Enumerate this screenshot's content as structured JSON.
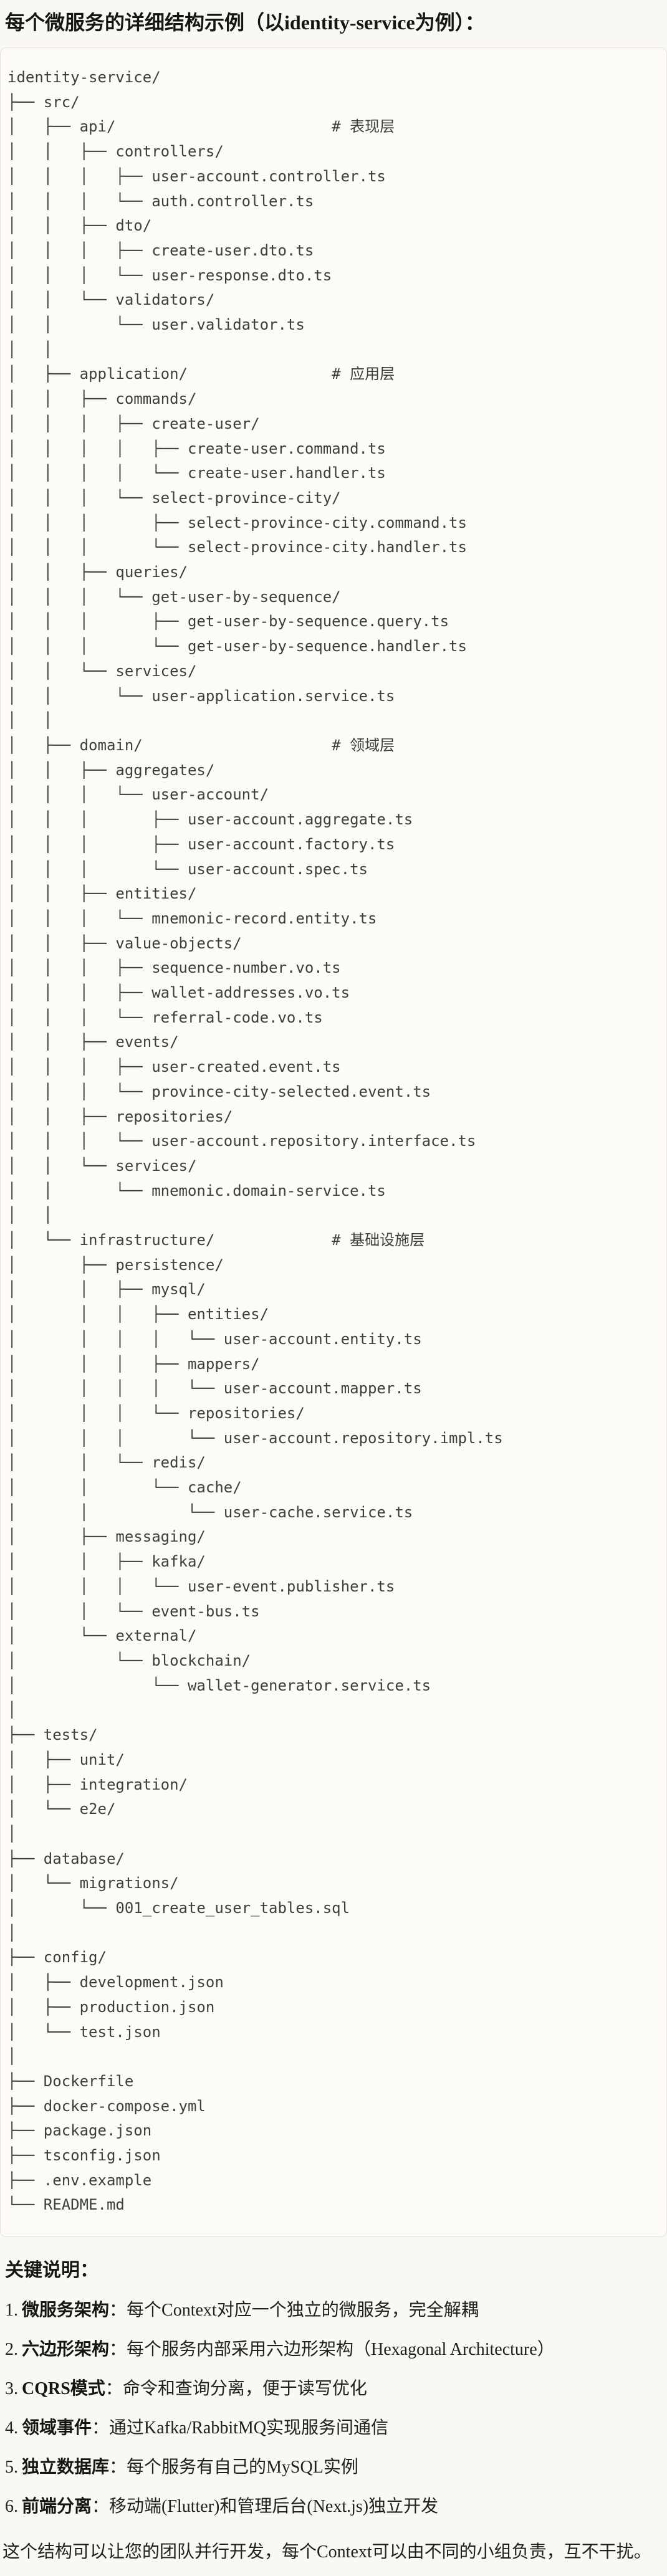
{
  "colors": {
    "page_bg": "#FAF8F2",
    "code_bg": "#FCFBF7",
    "code_border": "#E7E4DA",
    "code_text": "#3E3E3A",
    "text": "#21201B"
  },
  "title": "每个微服务的详细结构示例（以identity-service为例）：",
  "code_block": {
    "lines": [
      "identity-service/",
      "├── src/",
      "│   ├── api/                        # 表现层",
      "│   │   ├── controllers/",
      "│   │   │   ├── user-account.controller.ts",
      "│   │   │   └── auth.controller.ts",
      "│   │   ├── dto/",
      "│   │   │   ├── create-user.dto.ts",
      "│   │   │   └── user-response.dto.ts",
      "│   │   └── validators/",
      "│   │       └── user.validator.ts",
      "│   │",
      "│   ├── application/                # 应用层",
      "│   │   ├── commands/",
      "│   │   │   ├── create-user/",
      "│   │   │   │   ├── create-user.command.ts",
      "│   │   │   │   └── create-user.handler.ts",
      "│   │   │   └── select-province-city/",
      "│   │   │       ├── select-province-city.command.ts",
      "│   │   │       └── select-province-city.handler.ts",
      "│   │   ├── queries/",
      "│   │   │   └── get-user-by-sequence/",
      "│   │   │       ├── get-user-by-sequence.query.ts",
      "│   │   │       └── get-user-by-sequence.handler.ts",
      "│   │   └── services/",
      "│   │       └── user-application.service.ts",
      "│   │",
      "│   ├── domain/                     # 领域层",
      "│   │   ├── aggregates/",
      "│   │   │   └── user-account/",
      "│   │   │       ├── user-account.aggregate.ts",
      "│   │   │       ├── user-account.factory.ts",
      "│   │   │       └── user-account.spec.ts",
      "│   │   ├── entities/",
      "│   │   │   └── mnemonic-record.entity.ts",
      "│   │   ├── value-objects/",
      "│   │   │   ├── sequence-number.vo.ts",
      "│   │   │   ├── wallet-addresses.vo.ts",
      "│   │   │   └── referral-code.vo.ts",
      "│   │   ├── events/",
      "│   │   │   ├── user-created.event.ts",
      "│   │   │   └── province-city-selected.event.ts",
      "│   │   ├── repositories/",
      "│   │   │   └── user-account.repository.interface.ts",
      "│   │   └── services/",
      "│   │       └── mnemonic.domain-service.ts",
      "│   │",
      "│   └── infrastructure/             # 基础设施层",
      "│       ├── persistence/",
      "│       │   ├── mysql/",
      "│       │   │   ├── entities/",
      "│       │   │   │   └── user-account.entity.ts",
      "│       │   │   ├── mappers/",
      "│       │   │   │   └── user-account.mapper.ts",
      "│       │   │   └── repositories/",
      "│       │   │       └── user-account.repository.impl.ts",
      "│       │   └── redis/",
      "│       │       └── cache/",
      "│       │           └── user-cache.service.ts",
      "│       ├── messaging/",
      "│       │   ├── kafka/",
      "│       │   │   └── user-event.publisher.ts",
      "│       │   └── event-bus.ts",
      "│       └── external/",
      "│           └── blockchain/",
      "│               └── wallet-generator.service.ts",
      "│",
      "├── tests/",
      "│   ├── unit/",
      "│   ├── integration/",
      "│   └── e2e/",
      "│",
      "├── database/",
      "│   └── migrations/",
      "│       └── 001_create_user_tables.sql",
      "│",
      "├── config/",
      "│   ├── development.json",
      "│   ├── production.json",
      "│   └── test.json",
      "│",
      "├── Dockerfile",
      "├── docker-compose.yml",
      "├── package.json",
      "├── tsconfig.json",
      "├── .env.example",
      "└── README.md"
    ]
  },
  "notes": {
    "heading": "关键说明：",
    "items": [
      {
        "num": "1.",
        "label": "微服务架构",
        "colon": "：",
        "text": "每个Context对应一个独立的微服务，完全解耦"
      },
      {
        "num": "2.",
        "label": "六边形架构",
        "colon": "：",
        "text": "每个服务内部采用六边形架构（Hexagonal Architecture）"
      },
      {
        "num": "3.",
        "label": "CQRS模式",
        "colon": "：",
        "text": "命令和查询分离，便于读写优化"
      },
      {
        "num": "4.",
        "label": "领域事件",
        "colon": "：",
        "text": "通过Kafka/RabbitMQ实现服务间通信"
      },
      {
        "num": "5.",
        "label": "独立数据库",
        "colon": "：",
        "text": "每个服务有自己的MySQL实例"
      },
      {
        "num": "6.",
        "label": "前端分离",
        "colon": "：",
        "text": "移动端(Flutter)和管理后台(Next.js)独立开发"
      }
    ]
  },
  "closing": "这个结构可以让您的团队并行开发，每个Context可以由不同的小组负责，互不干扰。"
}
